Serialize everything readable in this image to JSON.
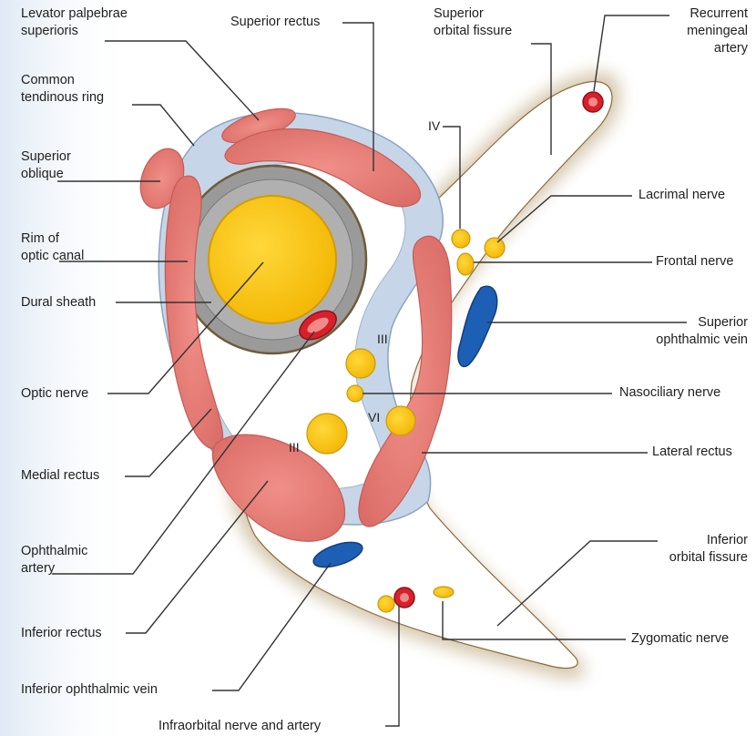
{
  "labels": {
    "levator_palpebrae": "Levator palpebrae\nsuperioris",
    "common_tendinous_ring": "Common\ntendinous ring",
    "superior_oblique": "Superior\noblique",
    "rim_optic_canal": "Rim of\noptic canal",
    "dural_sheath": "Dural sheath",
    "optic_nerve": "Optic nerve",
    "medial_rectus": "Medial  rectus",
    "ophthalmic_artery": "Ophthalmic\nartery",
    "inferior_rectus": "Inferior rectus",
    "inferior_ophthalmic_vein": "Inferior ophthalmic vein",
    "infraorbital_nerve_artery": "Infraorbital nerve and artery",
    "superior_rectus": "Superior rectus",
    "superior_orbital_fissure": "Superior\norbital fissure",
    "recurrent_meningeal_artery": "Recurrent\nmeningeal\nartery",
    "lacrimal_nerve": "Lacrimal nerve",
    "frontal_nerve": "Frontal nerve",
    "superior_ophthalmic_vein": "Superior\nophthalmic vein",
    "nasociliary_nerve": "Nasociliary nerve",
    "lateral_rectus": "Lateral rectus",
    "inferior_orbital_fissure": "Inferior\norbital fissure",
    "zygomatic_nerve": "Zygomatic nerve"
  },
  "cranial_nerve_numerals": {
    "iv": "IV",
    "iii_upper": "III",
    "vi": "VI",
    "iii_lower": "III"
  },
  "colors": {
    "muscle": "#e8847e",
    "muscle_edge": "#c85a56",
    "nerve": "#f7c31e",
    "nerve_edge": "#c99a10",
    "artery": "#d9202a",
    "vein": "#1d5fb4",
    "dura": "#8c8c8c",
    "ring": "#b9cde3",
    "fissure_shadow": "#a89060"
  }
}
